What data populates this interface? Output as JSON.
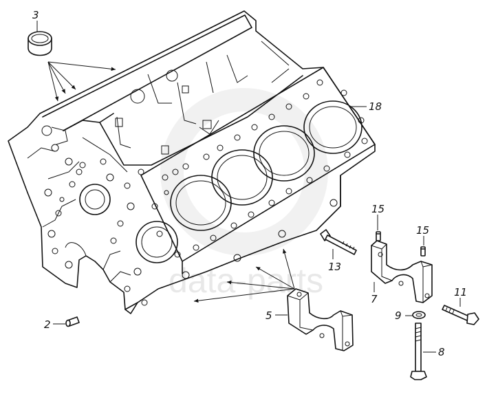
{
  "watermark": {
    "text": "data-parts"
  },
  "callouts": [
    {
      "id": "3",
      "text": "3"
    },
    {
      "id": "18",
      "text": "18"
    },
    {
      "id": "15a",
      "text": "15"
    },
    {
      "id": "15b",
      "text": "15"
    },
    {
      "id": "13",
      "text": "13"
    },
    {
      "id": "7",
      "text": "7"
    },
    {
      "id": "11",
      "text": "11"
    },
    {
      "id": "9",
      "text": "9"
    },
    {
      "id": "5",
      "text": "5"
    },
    {
      "id": "8",
      "text": "8"
    },
    {
      "id": "2",
      "text": "2"
    }
  ]
}
